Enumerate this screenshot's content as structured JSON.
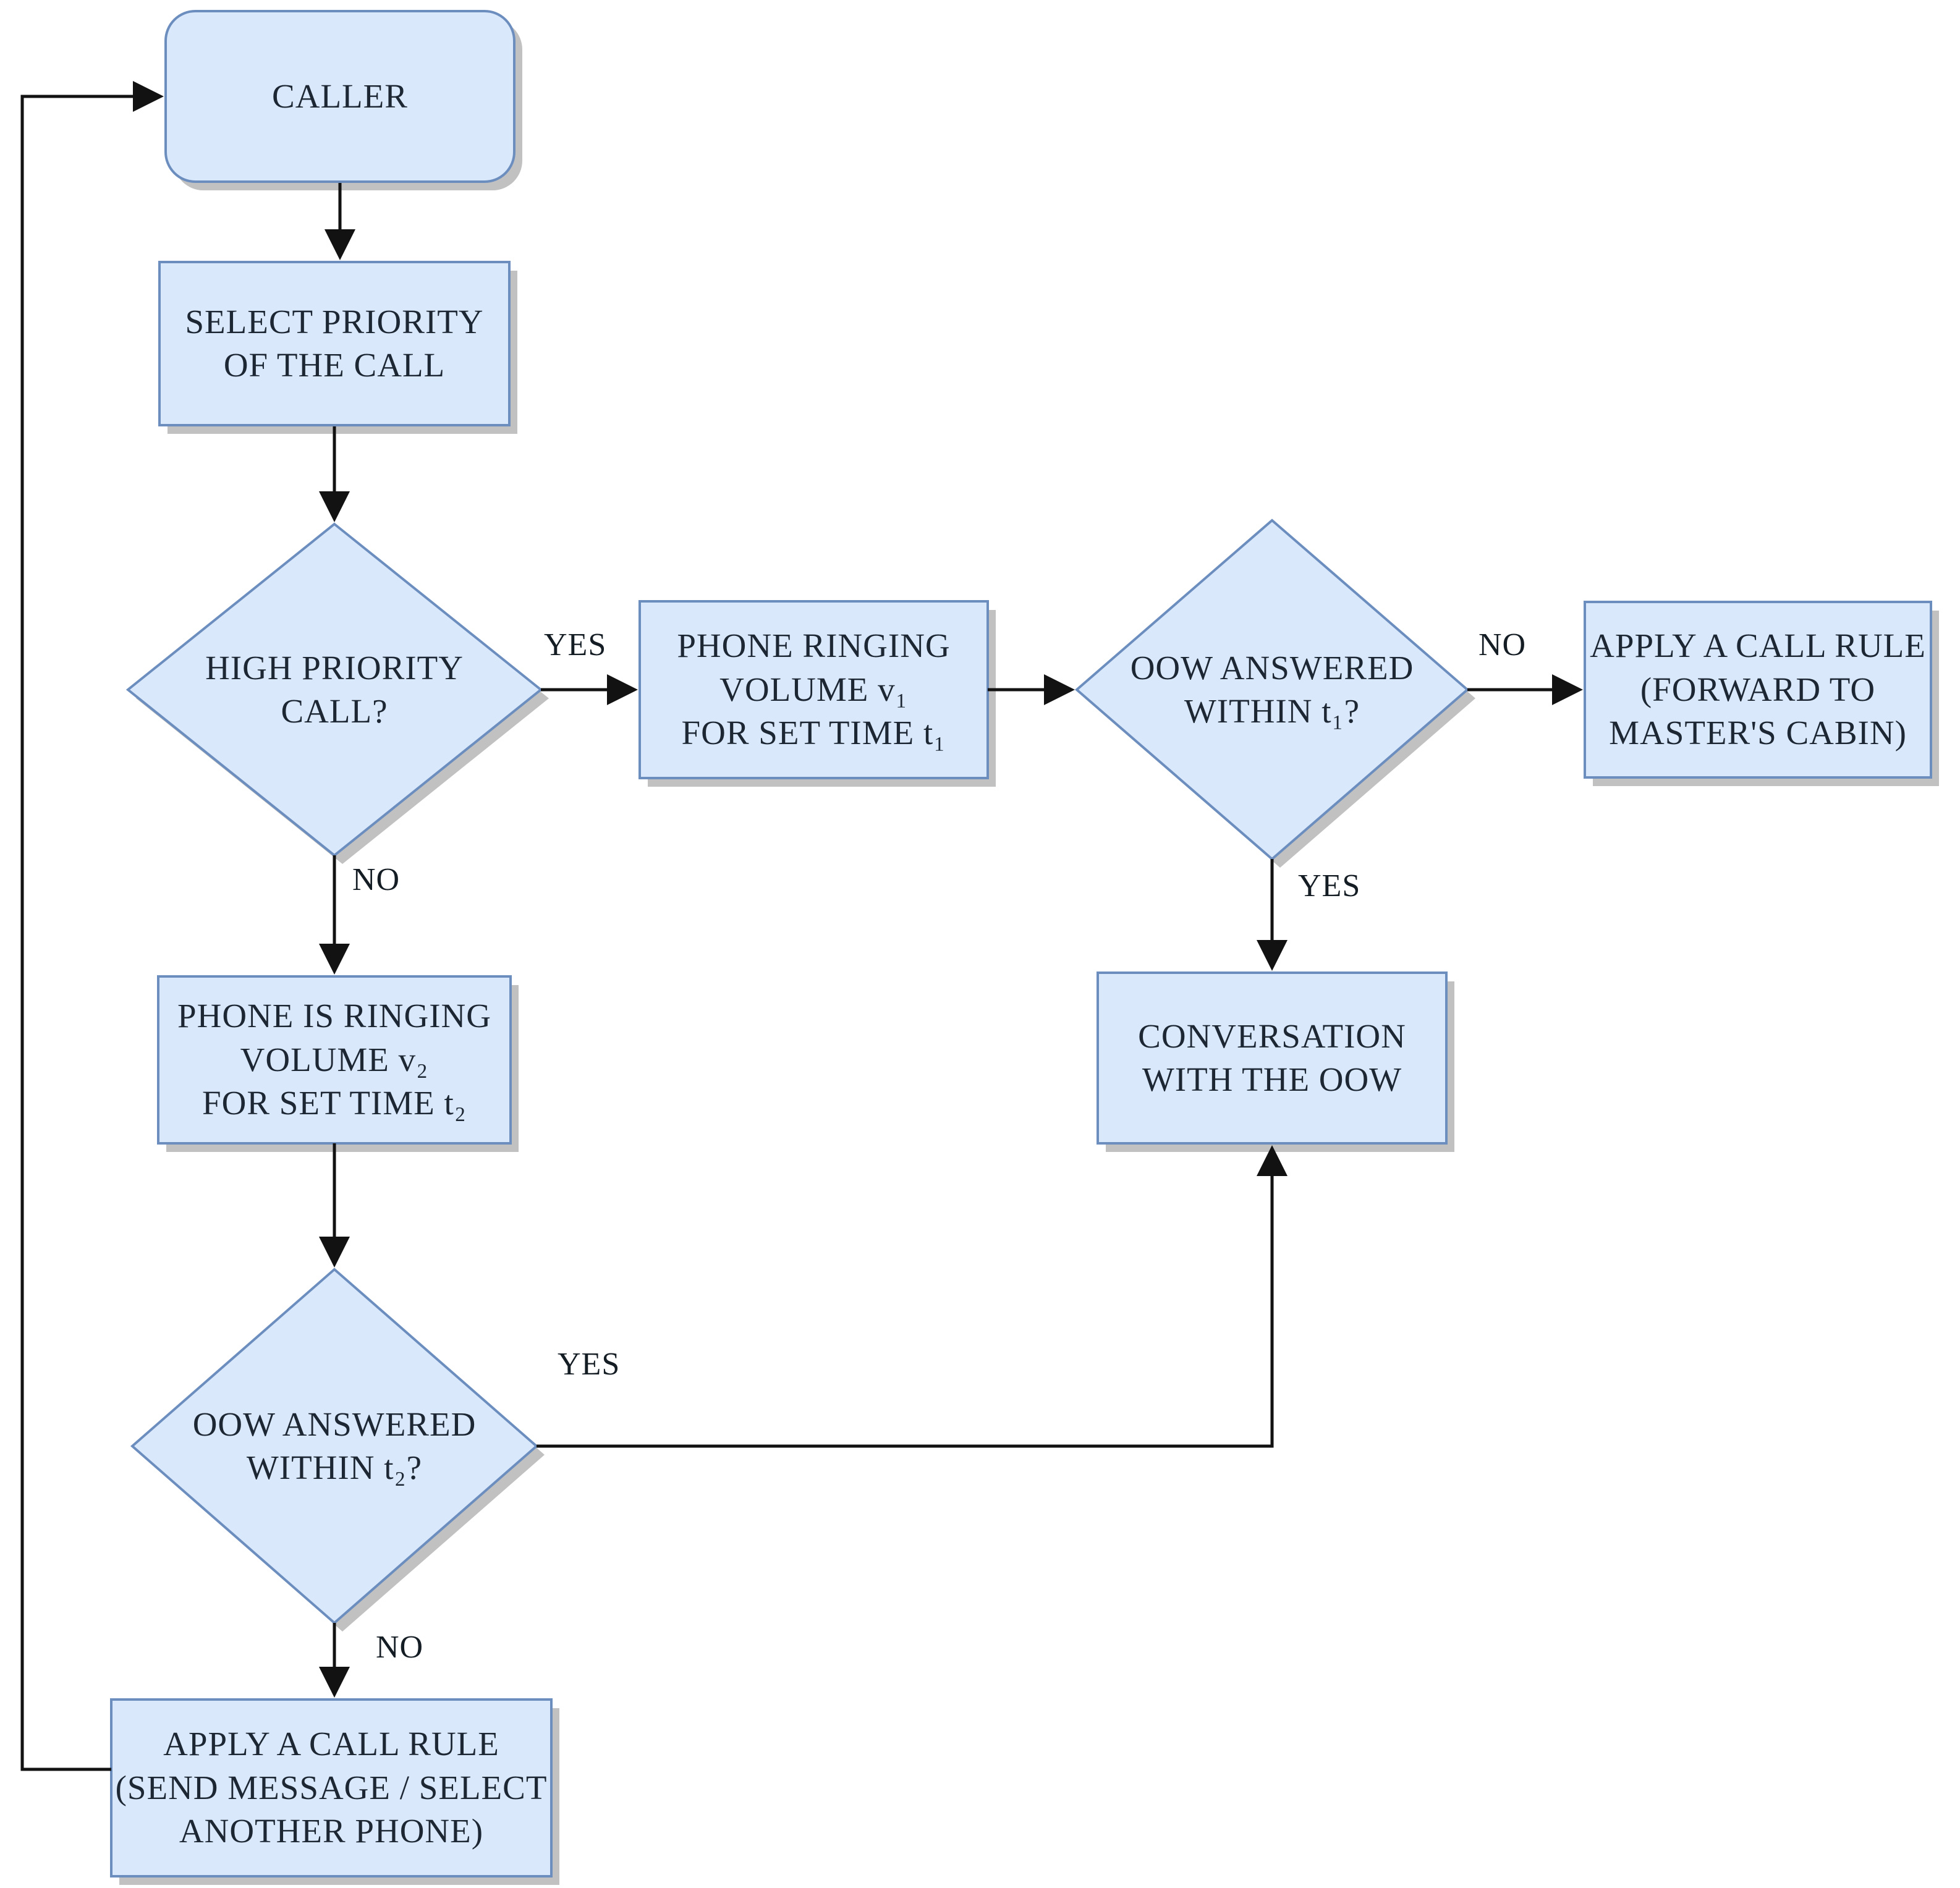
{
  "nodes": {
    "caller": {
      "label": "CALLER"
    },
    "select_priority": {
      "label": "SELECT PRIORITY\nOF THE CALL"
    },
    "high_priority": {
      "label": "HIGH PRIORITY\nCALL?"
    },
    "phone_ringing_v1": {
      "label": "PHONE RINGING\nVOLUME v₁\nFOR SET TIME t₁"
    },
    "oow_answered_t1": {
      "label": "OOW ANSWERED\nWITHIN t₁?"
    },
    "apply_rule_forward": {
      "label": "APPLY A CALL RULE\n(FORWARD TO\nMASTER'S CABIN)"
    },
    "conversation": {
      "label": "CONVERSATION\nWITH THE OOW"
    },
    "phone_ringing_v2": {
      "label": "PHONE IS RINGING\nVOLUME v₂\nFOR SET TIME t₂"
    },
    "oow_answered_t2": {
      "label": "OOW ANSWERED\nWITHIN t₂?"
    },
    "apply_rule_send": {
      "label": "APPLY A CALL RULE\n(SEND MESSAGE / SELECT\nANOTHER PHONE)"
    }
  },
  "edge_labels": {
    "high_priority_yes": "YES",
    "high_priority_no": "NO",
    "oow_t1_no": "NO",
    "oow_t1_yes": "YES",
    "oow_t2_yes": "YES",
    "oow_t2_no": "NO"
  },
  "colors": {
    "node_fill": "#dae8fc",
    "node_border": "#6c8ebf",
    "shadow": "#c1c1c1",
    "connector": "#121212",
    "text": "#1c2733",
    "background": "#ffffff"
  }
}
